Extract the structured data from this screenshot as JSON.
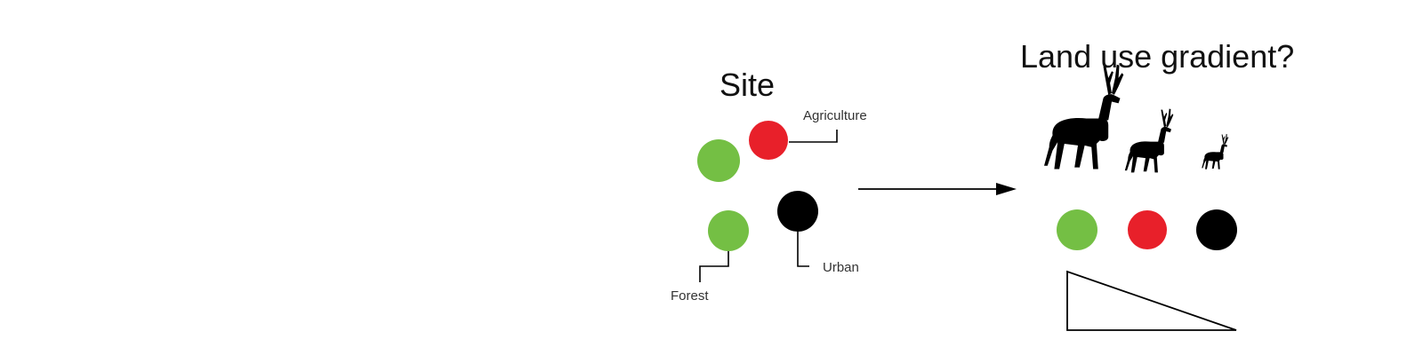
{
  "site": {
    "title": "Site",
    "labels": {
      "agriculture": "Agriculture",
      "forest": "Forest",
      "urban": "Urban"
    }
  },
  "gradient": {
    "title": "Land use gradient?"
  },
  "colors": {
    "forest": "#74bf44",
    "agriculture": "#e8202a",
    "urban": "#000000",
    "line": "#000000"
  },
  "icons": [
    "deer-large-icon",
    "deer-medium-icon",
    "deer-small-icon",
    "arrow-right-icon",
    "triangle-gradient-icon"
  ]
}
